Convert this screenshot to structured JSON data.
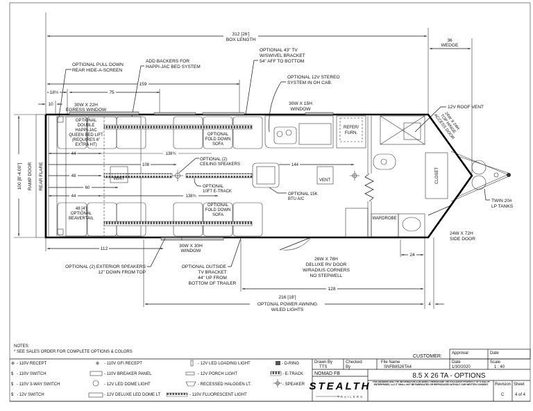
{
  "dimensions": {
    "box_length": "312 [26']",
    "box_length_label": "BOX LENGTH",
    "wedge": "36",
    "wedge_label": "WEDGE",
    "d159": "159",
    "d18": "18½",
    "d75": "75",
    "d10": "10",
    "d100": "100 [8'-4.00\"]",
    "d44a": "44",
    "d48": "48",
    "d60": "60",
    "d44b": "44",
    "d108": "108",
    "d138a": "138¾",
    "d138b": "138¾",
    "d144": "144",
    "d112": "112",
    "d24": "24",
    "d128": "128",
    "d216": "216 [18']",
    "d4": "4"
  },
  "labels": {
    "ramp_door": "RAMP DOOR",
    "rear_flare": "REAR FLARE",
    "pull_down": [
      "OPTIONAL PULL DOWN",
      "REAR HIDE-A-SCREEN"
    ],
    "backers": [
      "ADD BACKERS FOR",
      "HAPPI-JAC BED SYSTEM"
    ],
    "tv": [
      "OPTIONAL 43\" TV",
      "W/SWIVEL BRACKET",
      "54\" AFF TO BOTTOM"
    ],
    "stereo": [
      "OPTIONAL 12V STEREO",
      "SYSTEM IN OH CAB."
    ],
    "egress_window": [
      "30W X 22H",
      "EGRESS WINDOW"
    ],
    "top_window": [
      "30W X 15H",
      "WINDOW"
    ],
    "bed_lift": [
      "OPTIONAL",
      "DOUBLE",
      "HAPPI-JAC",
      "QUEEN BED LIFT",
      "(REQUIRES 6\"",
      "EXTRA HT)"
    ],
    "sofa_top": [
      "OPTIONAL",
      "FOLD DOWN",
      "SOFA"
    ],
    "sofa_bottom": [
      "OPTIONAL",
      "FOLD DOWN",
      "SOFA"
    ],
    "ceiling_speakers": [
      "OPTIONAL (2)",
      "CEILING SPEAKERS"
    ],
    "etrack": [
      "OPTIONAL",
      "10FT E-TRACK"
    ],
    "vent_rear": "VENT",
    "vent_front": "VENT",
    "ac": [
      "OPTIONAL 15K",
      "BTU A/C"
    ],
    "beavertail": [
      "48 [4']",
      "OPTIONAL",
      "BEAVERTAIL"
    ],
    "refer": "REFER/",
    "furn": "FURN.",
    "roof_vent": "12V ROOF VENT",
    "access_door": [
      "24W X 24H",
      "TOP HINGE",
      "ACCESS DOOR"
    ],
    "closet": "CLOSET",
    "wardrobe": "WARDROBE",
    "lp_tanks": [
      "TWIN 20#",
      "LP TANKS"
    ],
    "side_door": [
      "24W X 72H",
      "SIDE DOOR"
    ],
    "bottom_window": [
      "30W X 30H",
      "WINDOW"
    ],
    "ext_speakers": [
      "OPTIONAL (2) EXTERIOR SPEAKERS",
      "12\" DOWN FROM TOP"
    ],
    "outside_tv": [
      "OPTIONAL OUTSIDE",
      "TV BRACKET",
      "44\" UP FROM",
      "BOTTOM OF TRAILER"
    ],
    "rv_door": [
      "26W X 78H",
      "DELUXE RV DOOR",
      "W/RADIUS CORNERS",
      "NO STEPWELL"
    ],
    "awning": [
      "OPTONAL POWER AWNING",
      "W/LED LIGHTS"
    ]
  },
  "notes": {
    "title": "NOTES:",
    "line1": "* SEE SALES ORDER FOR COMPLETE OPTIONS & COLORS"
  },
  "legend": [
    {
      "icon": "receptacle-icon",
      "label": "- 110V RECEPT"
    },
    {
      "icon": "switch-icon",
      "label": "- 110V SWITCH"
    },
    {
      "icon": "three-way-switch-icon",
      "label": "- 110V 3-WAY SWITCH"
    },
    {
      "icon": "switch-12v-icon",
      "label": "- 12V  SWITCH"
    },
    {
      "icon": "gfi-receptacle-icon",
      "label": "- 110V GFI RECEPT"
    },
    {
      "icon": "breaker-panel-icon",
      "label": "- 110V BREAKER PANEL",
      "glyph": "AMP"
    },
    {
      "icon": "led-dome-light-icon",
      "label": "- 12V LED DOME LIGHT"
    },
    {
      "icon": "deluxe-dome-light-icon",
      "label": "- 12V DELUXE LED DOME LT"
    },
    {
      "icon": "loading-light-icon",
      "label": "- 12V LED LOADING LIGHT"
    },
    {
      "icon": "porch-light-icon",
      "label": "- 12V  PORCH LIGHT"
    },
    {
      "icon": "halogen-light-icon",
      "label": "- RECESSED HALOGEN LT."
    },
    {
      "icon": "fluorescent-light-icon",
      "label": "- 110V FLUORESCENT LIGHT"
    },
    {
      "icon": "d-ring-icon",
      "label": "- D-RING"
    },
    {
      "icon": "e-track-icon",
      "label": "- E-TRACK"
    },
    {
      "icon": "speaker-icon",
      "label": "- SPEAKER"
    }
  ],
  "title_block": {
    "customer_label": "CUSTOMER:",
    "approval_label": "Approval",
    "approval_date_label": "Date",
    "drawn_by_label": "Drawn By",
    "drawn_by": "TTS",
    "checked_label": "Checked",
    "checked_by": "By",
    "file_name_label": "File Name",
    "file_name": "SNFB8526TA4",
    "date_label": "Date",
    "date": "1/30/2020",
    "scale_label": "Scale",
    "scale": "1 : 40",
    "model": "NOMAD FB",
    "brand": "STEALTH",
    "brand_sub": "TRAILERS",
    "drawing_title": "8.5 X 26 TA  -  OPTIONS",
    "disclaimer": "THIS DRAWING AND THE INFORMATION CONTAINED THEREIN ARE THE EXCLUSIVE PROPERTY OF STEALTH ENTERPRISES, LLC IT SHALL NOT BE FABRICATED OR REPRODUCED WITHOUT OUR WRITTEN CONSENT",
    "revision_label": "Revision",
    "revision": "C",
    "sheet_label": "Sheet",
    "sheet": "4 of 4"
  }
}
